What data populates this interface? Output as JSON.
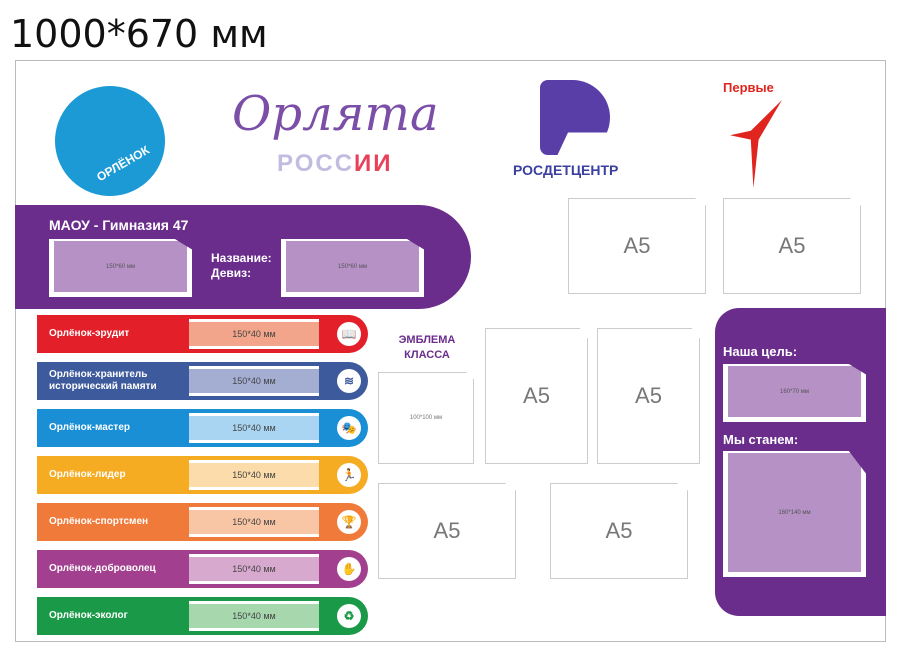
{
  "title": "1000*670 мм",
  "logos": {
    "orlyonok": "ОРЛЁНОК",
    "orlyata": "Орлята",
    "orlyata_sub_a": "РОСС",
    "orlyata_sub_b": "ИИ",
    "rdc": "РОСДЕТЦЕНТР",
    "pervye": "Первые"
  },
  "header": {
    "school": "МАОУ - Гимназия 47",
    "name_label": "Название:",
    "motto_label": "Девиз:",
    "pocket1": "150*60 мм",
    "pocket2": "150*60 мм"
  },
  "cards": [
    {
      "label": "Орлёнок-эрудит",
      "size": "150*40 мм",
      "color": "#e3202a",
      "fill": "#f2a58a",
      "icon": "book-icon",
      "glyph": "📖"
    },
    {
      "label": "Орлёнок-хранитель исторический памяти",
      "size": "150*40 мм",
      "color": "#3d5a9c",
      "fill": "#a4aed3",
      "icon": "books-stack-icon",
      "glyph": "≋"
    },
    {
      "label": "Орлёнок-мастер",
      "size": "150*40 мм",
      "color": "#1a8fd6",
      "fill": "#a9d4f2",
      "icon": "theatre-masks-icon",
      "glyph": "🎭"
    },
    {
      "label": "Орлёнок-лидер",
      "size": "150*40 мм",
      "color": "#f5ab22",
      "fill": "#fbdcaa",
      "icon": "climber-icon",
      "glyph": "🏃"
    },
    {
      "label": "Орлёнок-спортсмен",
      "size": "150*40 мм",
      "color": "#ef7a3a",
      "fill": "#f8c6a5",
      "icon": "trophy-icon",
      "glyph": "🏆"
    },
    {
      "label": "Орлёнок-доброволец",
      "size": "150*40 мм",
      "color": "#a23f8f",
      "fill": "#d8a9cf",
      "icon": "hand-heart-icon",
      "glyph": "✋"
    },
    {
      "label": "Орлёнок-эколог",
      "size": "150*40 мм",
      "color": "#1a9a48",
      "fill": "#a6d7ad",
      "icon": "eco-globe-icon",
      "glyph": "♻"
    }
  ],
  "emblem": {
    "label": "ЭМБЛЕМА КЛАССА",
    "size": "100*100 мм"
  },
  "a5": [
    "A5",
    "A5",
    "A5",
    "A5",
    "A5",
    "A5"
  ],
  "right": {
    "goal_label": "Наша цель:",
    "goal_size": "160*70 мм",
    "become_label": "Мы станем:",
    "become_size": "160*140 мм"
  }
}
